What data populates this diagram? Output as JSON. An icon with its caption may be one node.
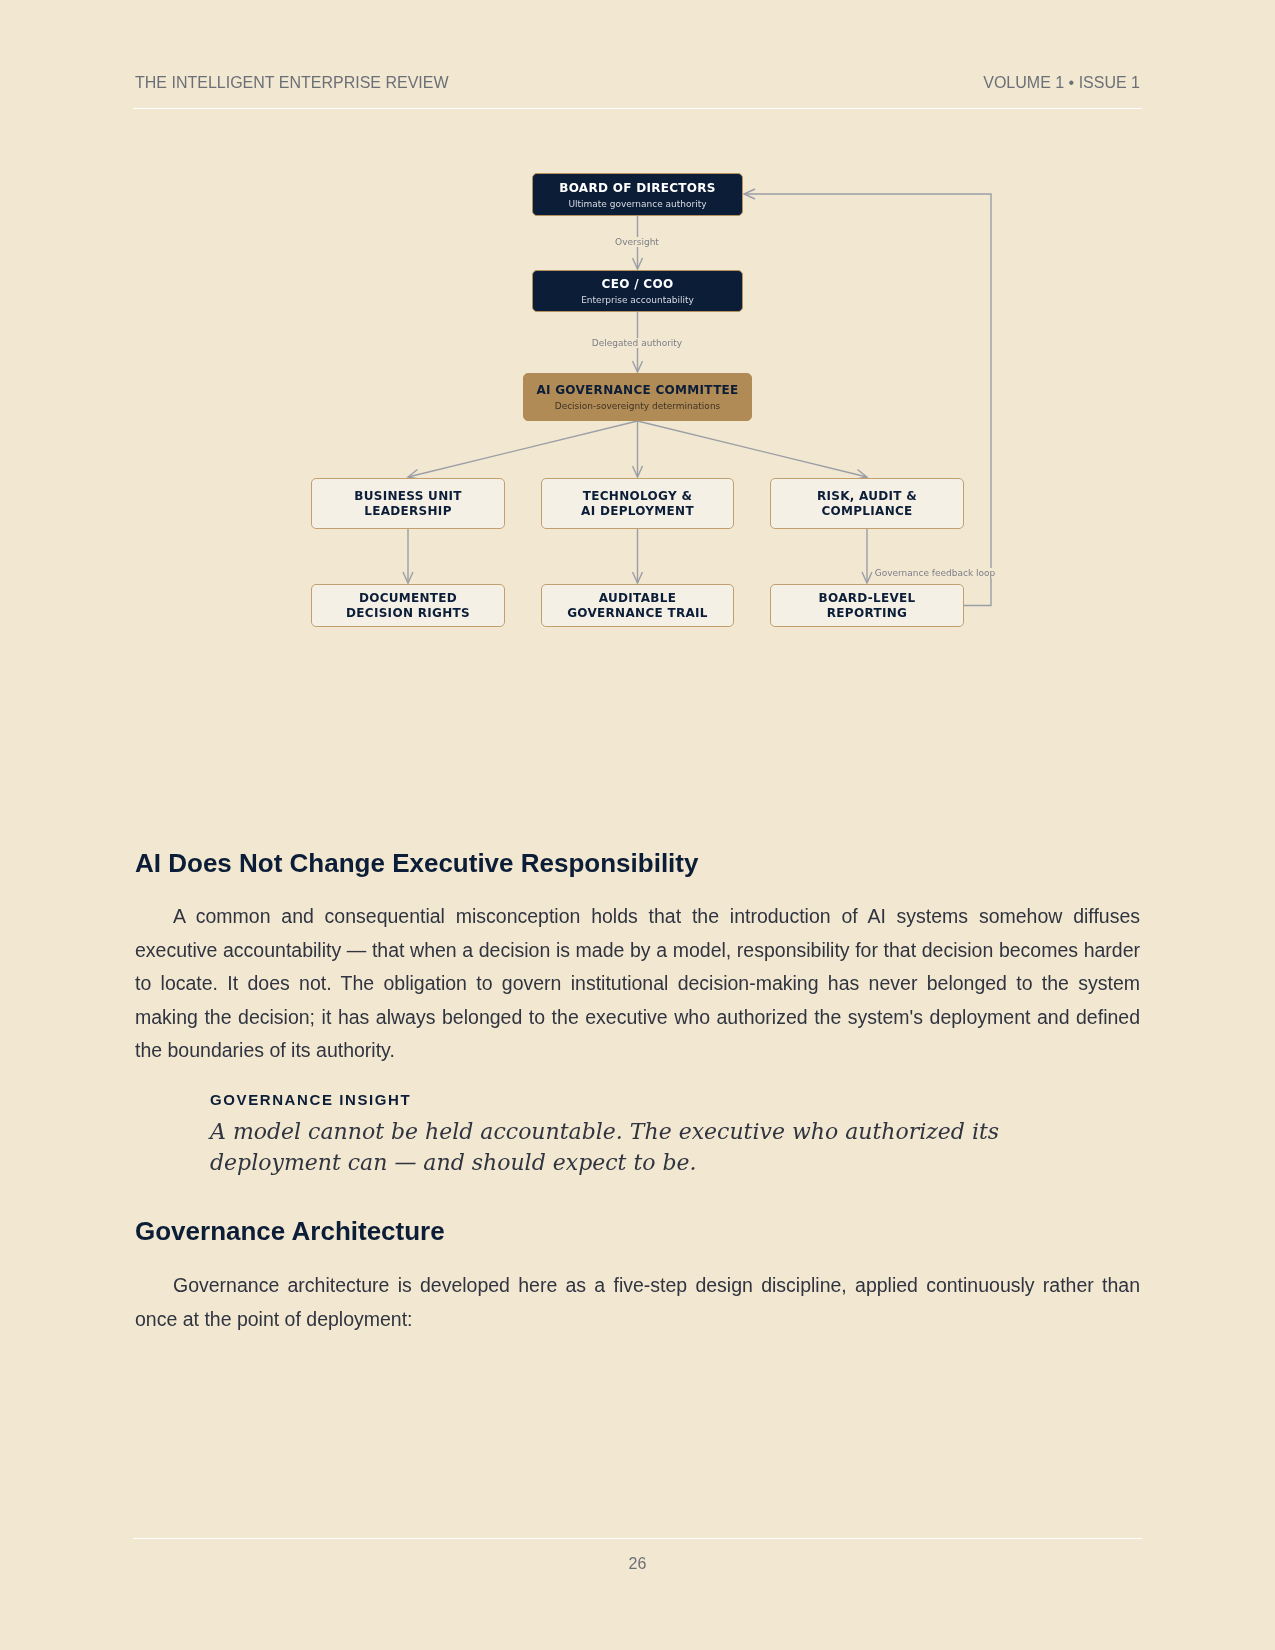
{
  "diagram": {
    "nodes": [
      {
        "text": [
          "BOARD OF DIRECTORS",
          "Ultimate governance authority"
        ]
      },
      {
        "text": [
          "CEO / COO",
          "Enterprise accountability"
        ]
      },
      {
        "text": [
          "AI GOVERNANCE COMMITTEE",
          "Decision-sovereignty determinations"
        ]
      },
      {
        "text": [
          "BUSINESS UNIT LEADERSHIP"
        ]
      },
      {
        "text": [
          "TECHNOLOGY & AI DEPLOYMENT"
        ]
      },
      {
        "text": [
          "RISK, AUDIT & COMPLIANCE"
        ]
      },
      {
        "text": [
          "DOCUMENTED DECISION RIGHTS"
        ]
      },
      {
        "text": [
          "AUDITABLE GOVERNANCE TRAIL"
        ]
      },
      {
        "text": [
          "BOARD-LEVEL REPORTING"
        ]
      }
    ],
    "edges": [
      {
        "from": 0,
        "to": 1,
        "arrow": "to",
        "label": "Oversight"
      },
      {
        "from": 1,
        "to": 2,
        "arrow": "to",
        "label": "Delegated authority"
      },
      {
        "from": 2,
        "to": 3,
        "arrow": "to"
      },
      {
        "from": 2,
        "to": 4,
        "arrow": "to"
      },
      {
        "from": 2,
        "to": 5,
        "arrow": "to"
      },
      {
        "from": 3,
        "to": 6,
        "arrow": "to"
      },
      {
        "from": 4,
        "to": 7,
        "arrow": "to"
      },
      {
        "from": 5,
        "to": 8,
        "arrow": "to"
      },
      {
        "from": 8,
        "to": 0,
        "arrow": "to",
        "label": "Governance feedback loop"
      }
    ],
    "labels": [
      "THE INTELLIGENT ENTERPRISE REVIEW",
      "VOLUME 1 • ISSUE 1",
      "AI Does Not Change Executive Responsibility",
      "A common and consequential misconception holds that the introduction of AI systems somehow diffuses executive accountability — that when a decision is made by a model, responsibility for that decision becomes harder to locate. It does not. The obligation to govern institutional decision-making has never belonged to the system making the decision; it has always belonged to the executive who authorized the system's deployment and defined the boundaries of its authority.",
      "GOVERNANCE INSIGHT",
      "A model cannot be held accountable. The executive who authorized its deployment can — and should expect to be.",
      "Governance Architecture",
      "Governance architecture is developed here as a five-step design discipline, applied continuously rather than once at the point of deployment:",
      "26"
    ]
  }
}
